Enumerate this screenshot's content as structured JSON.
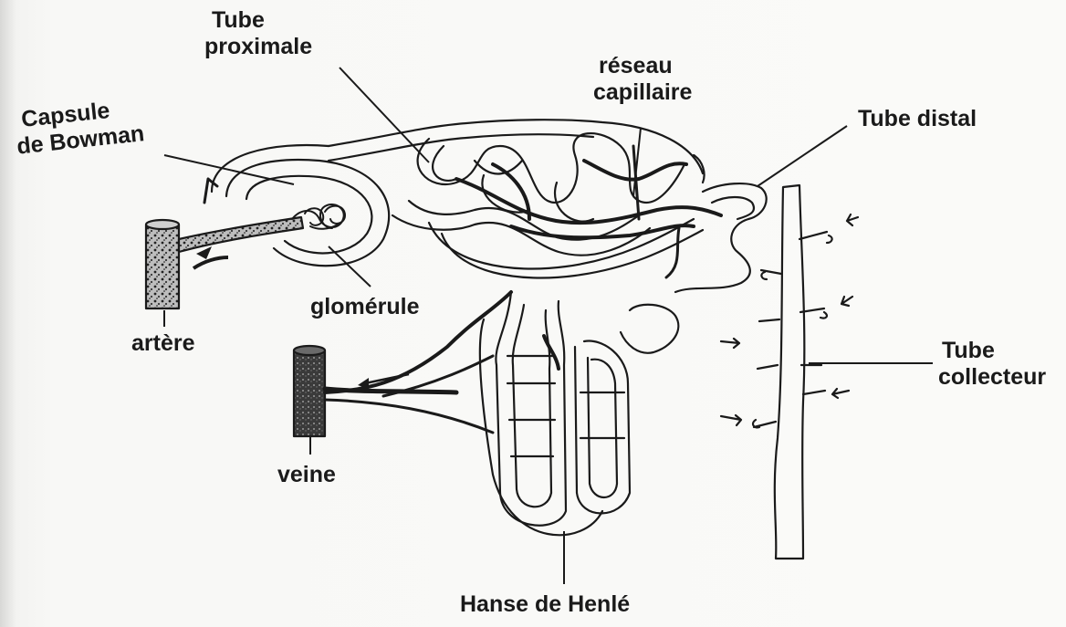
{
  "labels": {
    "tube_proximale": [
      "Tube",
      "proximale"
    ],
    "capsule_bowman": [
      "Capsule",
      "de Bowman"
    ],
    "reseau_capillaire": [
      "réseau",
      "capillaire"
    ],
    "tube_distal": "Tube distal",
    "glomerule": "glomérule",
    "artere": "artère",
    "veine": "veine",
    "tube_collecteur": [
      "Tube",
      "collecteur"
    ],
    "hanse_henle": "Hanse de Henlé"
  },
  "colors": {
    "ink": "#1a1a1a",
    "paper": "#fafaf8"
  }
}
